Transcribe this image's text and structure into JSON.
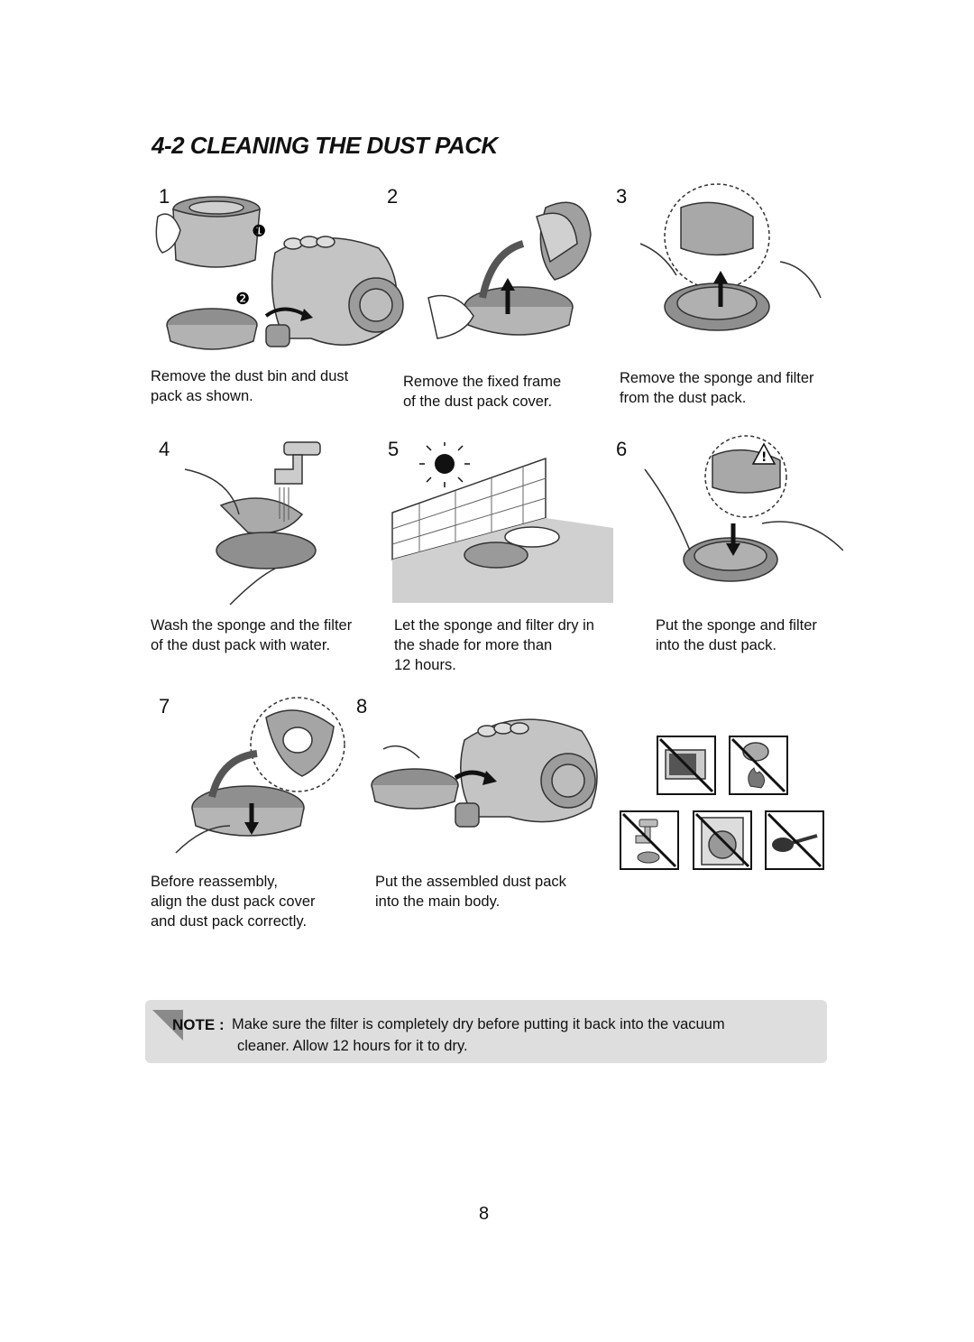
{
  "page": {
    "title": "4-2 CLEANING THE DUST PACK",
    "page_number": "8"
  },
  "steps": [
    {
      "number": "1",
      "caption_lines": [
        "Remove the dust bin and dust",
        "pack as shown."
      ],
      "markers": [
        "❶",
        "❷"
      ]
    },
    {
      "number": "2",
      "caption_lines": [
        "Remove the fixed frame",
        "of the dust pack cover."
      ]
    },
    {
      "number": "3",
      "caption_lines": [
        "Remove the sponge and filter",
        "from the dust pack."
      ]
    },
    {
      "number": "4",
      "caption_lines": [
        "Wash the sponge and the filter",
        "of the dust pack with water."
      ]
    },
    {
      "number": "5",
      "caption_lines": [
        "Let the sponge and filter dry in",
        "the shade for more than",
        "12 hours."
      ]
    },
    {
      "number": "6",
      "caption_lines": [
        "Put the sponge and filter",
        "into the dust pack."
      ]
    },
    {
      "number": "7",
      "caption_lines": [
        "Before reassembly,",
        "align the dust pack cover",
        "and dust pack correctly."
      ]
    },
    {
      "number": "8",
      "caption_lines": [
        "Put the assembled dust pack",
        "into the main body."
      ]
    }
  ],
  "warnings": [
    "no-microwave-icon",
    "no-fire-icon",
    "no-hot-water-icon",
    "no-washing-machine-icon",
    "no-brush-icon"
  ],
  "note": {
    "label": "NOTE :",
    "line1": "Make sure the filter is completely dry before putting it back into the vacuum",
    "line2": "cleaner. Allow 12 hours for it to dry."
  }
}
